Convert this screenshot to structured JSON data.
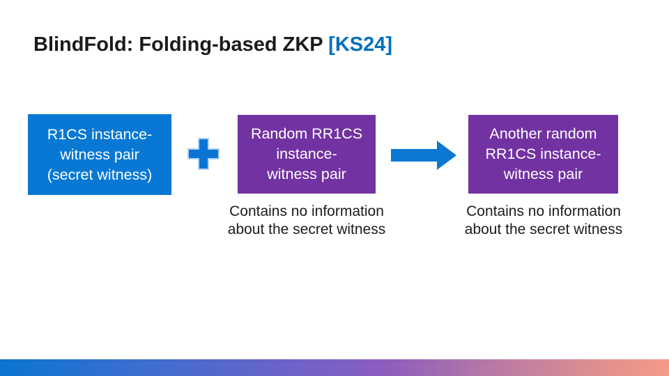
{
  "title": {
    "text": "BlindFold: Folding-based ZKP",
    "citation": "[KS24]"
  },
  "diagram": {
    "box1": {
      "line1": "R1CS instance-",
      "line2": "witness pair",
      "line3": "(secret witness)"
    },
    "box2": {
      "line1": "Random RR1CS",
      "line2": "instance-",
      "line3": "witness pair"
    },
    "box3": {
      "line1": "Another random",
      "line2": "RR1CS instance-",
      "line3": "witness pair"
    },
    "caption_box2": {
      "line1": "Contains no information",
      "line2": "about the secret witness"
    },
    "caption_box3": {
      "line1": "Contains no information",
      "line2": "about the secret witness"
    },
    "operators": {
      "plus_icon": "plus",
      "arrow_icon": "right-arrow"
    }
  },
  "colors": {
    "box_blue": "#0878D4",
    "box_purple": "#7232A2",
    "plus_fill": "#0B74D4",
    "plus_outline": "#AED3F2",
    "arrow_fill": "#0C78D2",
    "citation_blue": "#0070C0",
    "footer_gradient_left": "#0A75CF",
    "footer_gradient_mid": "#8E5DBE",
    "footer_gradient_right": "#F49B88"
  }
}
